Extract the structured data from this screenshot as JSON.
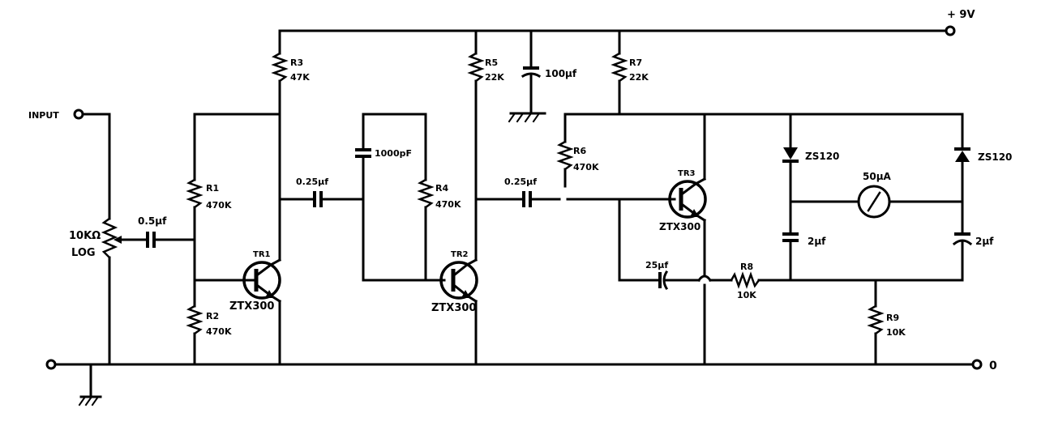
{
  "rails": {
    "vplus": "+ 9V",
    "zero": "0",
    "input": "INPUT"
  },
  "pot": {
    "value": "10KΩ",
    "taper": "LOG"
  },
  "components": {
    "c1": {
      "value": "0.5µf"
    },
    "c2": {
      "value": "0.25µf"
    },
    "c3": {
      "value": "1000pF"
    },
    "c4": {
      "value": "0.25µf"
    },
    "c5": {
      "value": "100µf"
    },
    "c6": {
      "value": "25µf"
    },
    "c7": {
      "value": "2µf"
    },
    "c8": {
      "value": "2µf"
    },
    "r1": {
      "name": "R1",
      "value": "470K"
    },
    "r2": {
      "name": "R2",
      "value": "470K"
    },
    "r3": {
      "name": "R3",
      "value": "47K"
    },
    "r4": {
      "name": "R4",
      "value": "470K"
    },
    "r5": {
      "name": "R5",
      "value": "22K"
    },
    "r6": {
      "name": "R6",
      "value": "470K"
    },
    "r7": {
      "name": "R7",
      "value": "22K"
    },
    "r8": {
      "name": "R8",
      "value": "10K"
    },
    "r9": {
      "name": "R9",
      "value": "10K"
    },
    "tr1": {
      "name": "TR1",
      "type": "ZTX300"
    },
    "tr2": {
      "name": "TR2",
      "type": "ZTX300"
    },
    "tr3": {
      "name": "TR3",
      "type": "ZTX300"
    },
    "d1": {
      "value": "ZS120"
    },
    "d2": {
      "value": "ZS120"
    },
    "meter": {
      "value": "50µA"
    }
  },
  "colors": {
    "ink": "#000000",
    "paper": "#ffffff"
  }
}
